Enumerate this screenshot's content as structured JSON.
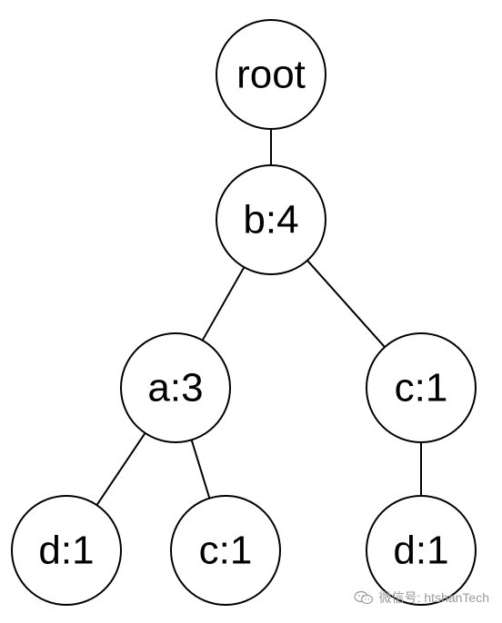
{
  "diagram": {
    "type": "tree",
    "nodes": [
      {
        "id": "root",
        "label": "root"
      },
      {
        "id": "b",
        "label": "b:4"
      },
      {
        "id": "a",
        "label": "a:3"
      },
      {
        "id": "c1",
        "label": "c:1"
      },
      {
        "id": "d1",
        "label": "d:1"
      },
      {
        "id": "c2",
        "label": "c:1"
      },
      {
        "id": "d2",
        "label": "d:1"
      }
    ],
    "edges": [
      {
        "from": "root",
        "to": "b"
      },
      {
        "from": "b",
        "to": "a"
      },
      {
        "from": "b",
        "to": "c1"
      },
      {
        "from": "a",
        "to": "d1"
      },
      {
        "from": "a",
        "to": "c2"
      },
      {
        "from": "c1",
        "to": "d2"
      }
    ]
  },
  "watermark": {
    "text": "微信号: htshanTech",
    "icon": "wechat-icon"
  },
  "colors": {
    "stroke": "#000000",
    "node_fill": "#ffffff",
    "watermark": "#9a9a9a"
  }
}
